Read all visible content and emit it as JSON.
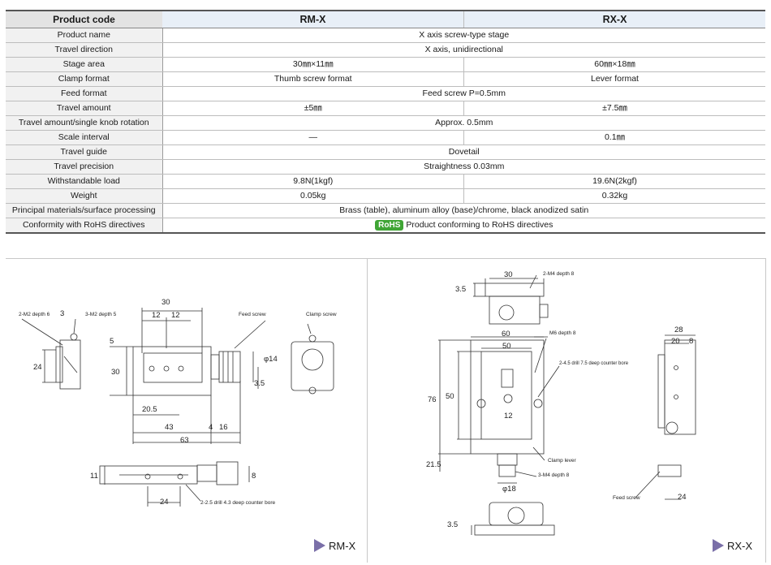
{
  "table": {
    "header": {
      "label": "Product code",
      "col1": "RM-X",
      "col2": "RX-X"
    },
    "rows": [
      {
        "label": "Product name",
        "v": "X axis screw-type stage"
      },
      {
        "label": "Travel direction",
        "v": "X axis, unidirectional"
      },
      {
        "label": "Stage area",
        "a": "30㎜×11㎜",
        "b": "60㎜×18㎜"
      },
      {
        "label": "Clamp format",
        "a": "Thumb screw format",
        "b": "Lever format"
      },
      {
        "label": "Feed format",
        "v": "Feed screw P=0.5mm"
      },
      {
        "label": "Travel amount",
        "a": "±5㎜",
        "b": "±7.5㎜"
      },
      {
        "label": "Travel amount/single knob rotation",
        "v": "Approx. 0.5mm"
      },
      {
        "label": "Scale interval",
        "a": "—",
        "b": "0.1㎜"
      },
      {
        "label": "Travel guide",
        "v": "Dovetail"
      },
      {
        "label": "Travel precision",
        "v": "Straightness 0.03mm"
      },
      {
        "label": "Withstandable load",
        "a": "9.8N(1kgf)",
        "b": "19.6N(2kgf)"
      },
      {
        "label": "Weight",
        "a": "0.05kg",
        "b": "0.32kg"
      },
      {
        "label": "Principal materials/surface processing",
        "v": "Brass (table), aluminum alloy (base)/chrome, black anodized satin"
      },
      {
        "label": "Conformity with RoHS directives",
        "badge": "RoHS",
        "v": "Product conforming to RoHS directives"
      }
    ]
  },
  "rm": {
    "name": "RM-X",
    "labels": {
      "m2": "2-M2 depth 6",
      "m3": "3-M2 depth 5",
      "feed": "Feed screw",
      "clamp": "Clamp screw",
      "drill": "2-2.5 drill 4.3 deep counter bore"
    },
    "dims": {
      "d30": "30",
      "d12a": "12",
      "d12b": "12",
      "d3": "3",
      "d5": "5",
      "d24": "24",
      "d30v": "30",
      "d205": "20.5",
      "d43": "43",
      "d4": "4",
      "d16": "16",
      "d63": "63",
      "dphi14": "φ14",
      "d35": "3.5",
      "d11": "11",
      "d8": "8",
      "d24b": "24"
    }
  },
  "rx": {
    "name": "RX-X",
    "labels": {
      "m4": "2-M4 depth 8",
      "m6": "M6 depth 8",
      "drill": "2-4.5 drill 7.5 deep counter bore",
      "lever": "Clamp lever",
      "m4b": "3-M4 depth 8",
      "feed": "Feed screw"
    },
    "dims": {
      "d35a": "3.5",
      "d30": "30",
      "d60": "60",
      "d50": "50",
      "d76": "76",
      "d50v": "50",
      "d12": "12",
      "d215": "21.5",
      "dphi18": "φ18",
      "d28": "28",
      "d20": "20",
      "d8": "8",
      "d24": "24",
      "d35b": "3.5"
    }
  },
  "colors": {
    "tag": "#7a6fa8",
    "rohs": "#3fa535",
    "header": "#e8eff7"
  }
}
